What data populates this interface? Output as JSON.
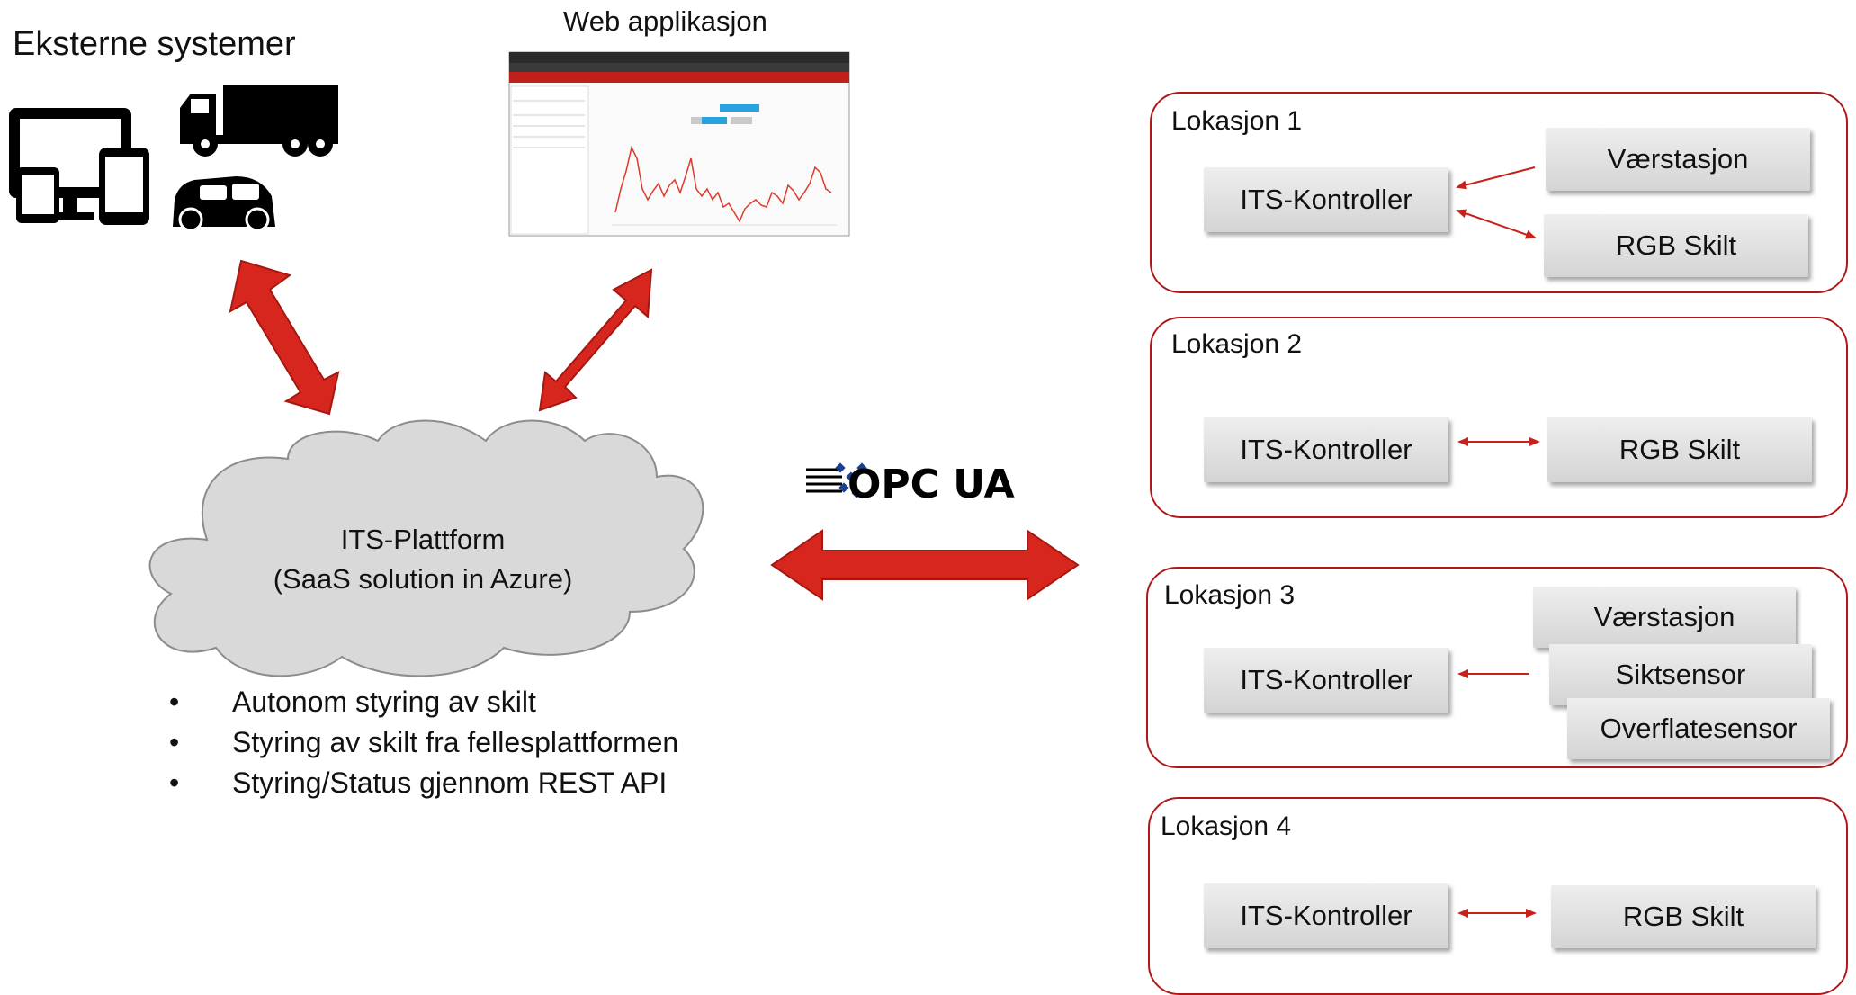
{
  "headings": {
    "external_systems": "Eksterne systemer",
    "web_app": "Web applikasjon"
  },
  "platform": {
    "line1": "ITS-Plattform",
    "line2": "(SaaS solution in Azure)"
  },
  "bullets": [
    "Autonom styring av skilt",
    "Styring av skilt fra fellesplattformen",
    "Styring/Status gjennom REST API"
  ],
  "protocol_logo": "OPC UA",
  "locations": [
    {
      "label": "Lokasjon 1",
      "controller": "ITS-Kontroller",
      "devices": [
        "Værstasjon",
        "RGB Skilt"
      ]
    },
    {
      "label": "Lokasjon 2",
      "controller": "ITS-Kontroller",
      "devices": [
        "RGB Skilt"
      ]
    },
    {
      "label": "Lokasjon 3",
      "controller": "ITS-Kontroller",
      "devices": [
        "Værstasjon",
        "Siktsensor",
        "Overflatesensor"
      ]
    },
    {
      "label": "Lokasjon 4",
      "controller": "ITS-Kontroller",
      "devices": [
        "RGB Skilt"
      ]
    }
  ],
  "colors": {
    "arrow_red": "#d7261e",
    "border_red": "#b01818",
    "cloud_fill": "#d9d9d9",
    "box_fill": "#e3e3e3"
  },
  "icons": [
    "computer-devices-icon",
    "truck-icon",
    "car-icon",
    "web-app-screenshot"
  ]
}
